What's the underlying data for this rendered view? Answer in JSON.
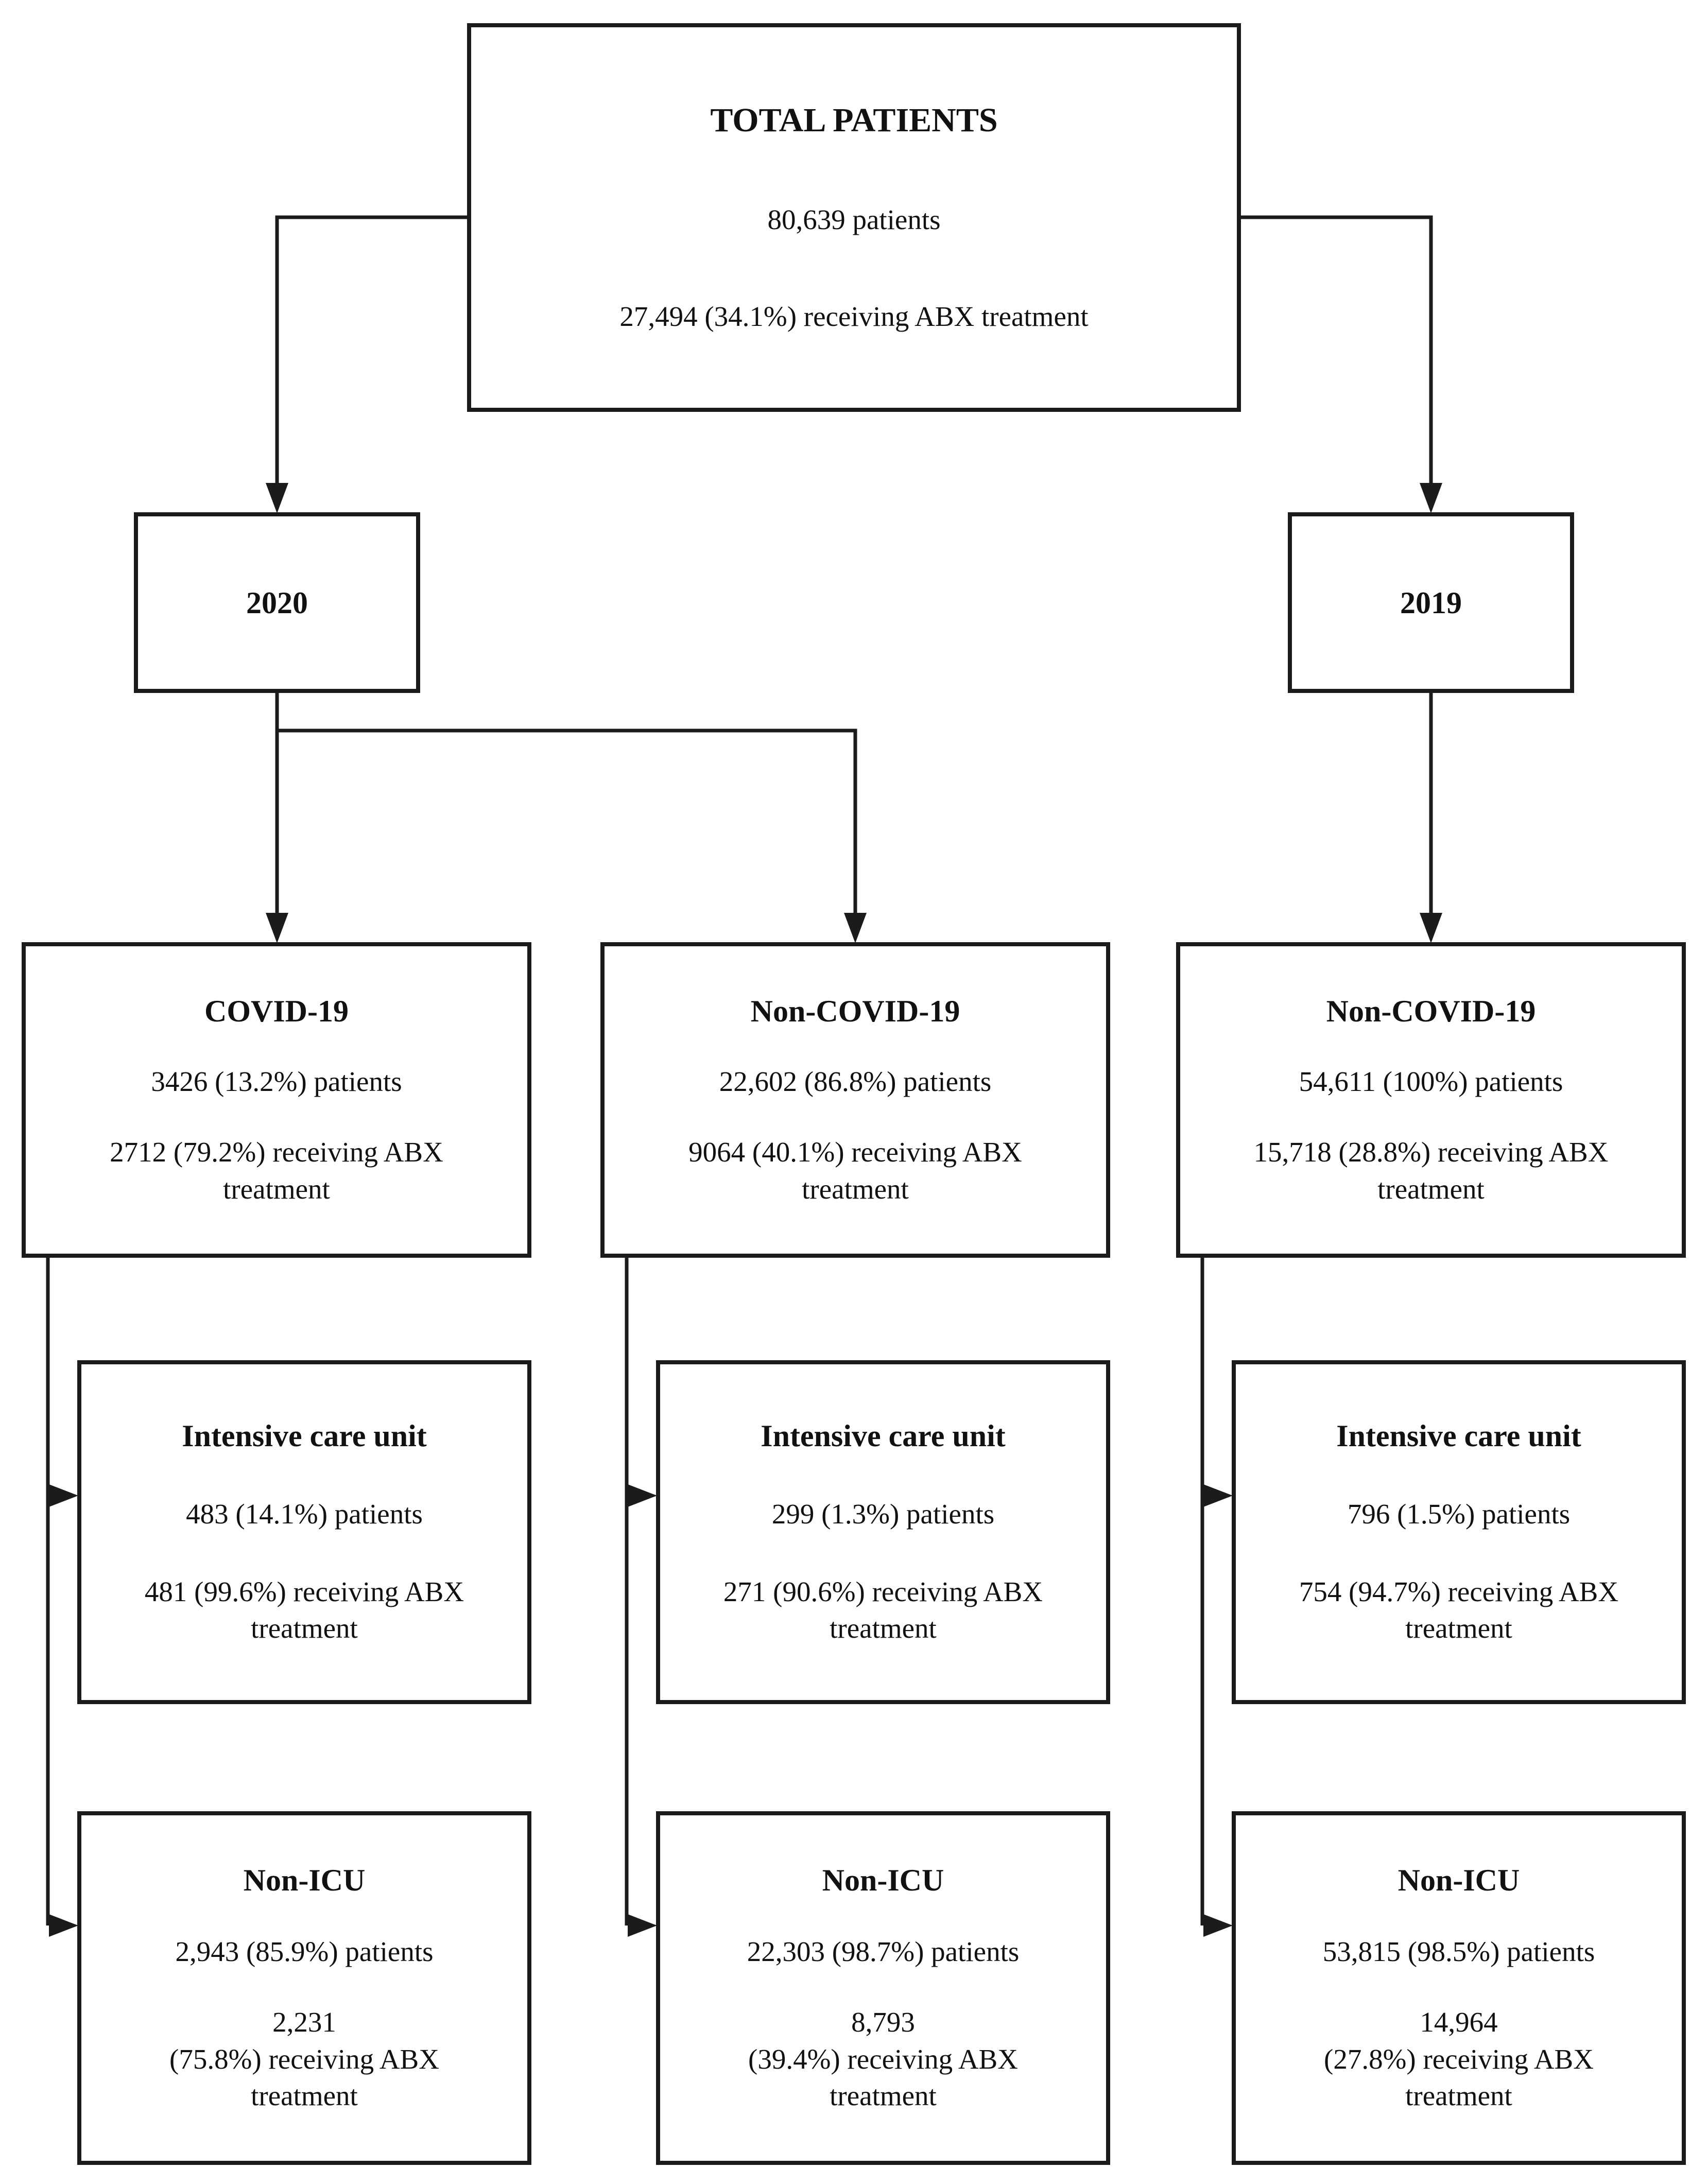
{
  "figure": {
    "description": "Patient flow diagram of antibiotic (ABX) treatment, 2020 vs 2019"
  },
  "nodes": {
    "total": {
      "title": "TOTAL PATIENTS",
      "line1": "80,639 patients",
      "line2": "27,494 (34.1%) receiving ABX treatment"
    },
    "year2020": {
      "title": "2020"
    },
    "year2019": {
      "title": "2019"
    },
    "covid2020": {
      "title": "COVID-19",
      "line1": "3426 (13.2%) patients",
      "line2": "2712 (79.2%) receiving ABX\ntreatment"
    },
    "noncovid2020": {
      "title": "Non-COVID-19",
      "line1": "22,602 (86.8%) patients",
      "line2": "9064 (40.1%) receiving ABX\ntreatment"
    },
    "noncovid2019": {
      "title": "Non-COVID-19",
      "line1": "54,611 (100%) patients",
      "line2": "15,718 (28.8%) receiving ABX\ntreatment"
    },
    "icu_covid2020": {
      "title": "Intensive care unit",
      "line1": "483 (14.1%) patients",
      "line2": "481 (99.6%) receiving ABX\ntreatment"
    },
    "icu_noncovid2020": {
      "title": "Intensive care unit",
      "line1": "299 (1.3%) patients",
      "line2": "271 (90.6%) receiving ABX\ntreatment"
    },
    "icu_noncovid2019": {
      "title": "Intensive care unit",
      "line1": "796 (1.5%) patients",
      "line2": "754 (94.7%) receiving ABX\ntreatment"
    },
    "nonicu_covid2020": {
      "title": "Non-ICU",
      "line1": "2,943 (85.9%) patients",
      "line2": "2,231\n(75.8%) receiving ABX\ntreatment"
    },
    "nonicu_noncovid2020": {
      "title": "Non-ICU",
      "line1": "22,303 (98.7%) patients",
      "line2": "8,793\n(39.4%) receiving ABX\ntreatment"
    },
    "nonicu_noncovid2019": {
      "title": "Non-ICU",
      "line1": "53,815 (98.5%) patients",
      "line2": "14,964\n(27.8%) receiving ABX\ntreatment"
    }
  },
  "colors": {
    "line": "#1b1b1b",
    "background": "#ffffff",
    "text": "#111111"
  }
}
